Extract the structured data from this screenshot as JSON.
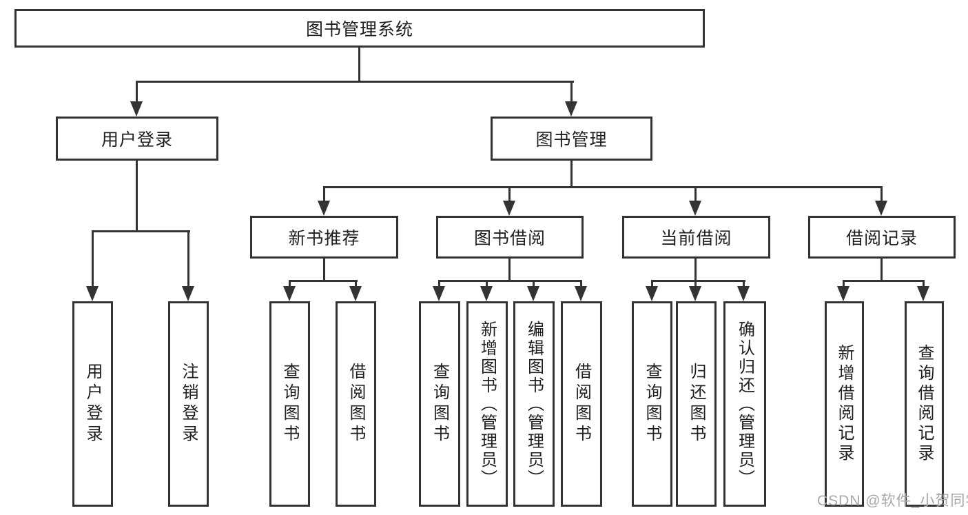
{
  "diagram": {
    "type": "tree-structure-chart",
    "colors": {
      "line": "#333333",
      "box_border": "#333333",
      "box_background": "#ffffff",
      "text": "#1f1f1f",
      "watermark": "#a8a8a8"
    },
    "tree": {
      "root": {
        "label": "图书管理系统"
      },
      "branches": [
        {
          "label": "用户登录",
          "children": [
            {
              "label": "用户登录"
            },
            {
              "label": "注销登录"
            }
          ]
        },
        {
          "label": "图书管理",
          "children": [
            {
              "label": "新书推荐",
              "children": [
                {
                  "label": "查询图书"
                },
                {
                  "label": "借阅图书"
                }
              ]
            },
            {
              "label": "图书借阅",
              "children": [
                {
                  "label": "查询图书"
                },
                {
                  "label": "新增图书（管理员）"
                },
                {
                  "label": "编辑图书（管理员）"
                },
                {
                  "label": "借阅图书"
                }
              ]
            },
            {
              "label": "当前借阅",
              "children": [
                {
                  "label": "查询图书"
                },
                {
                  "label": "归还图书"
                },
                {
                  "label": "确认归还（管理员）"
                }
              ]
            },
            {
              "label": "借阅记录",
              "children": [
                {
                  "label": "新增借阅记录"
                },
                {
                  "label": "查询借阅记录"
                }
              ]
            }
          ]
        }
      ]
    },
    "watermark": "CSDN @软件_小贺同学"
  }
}
